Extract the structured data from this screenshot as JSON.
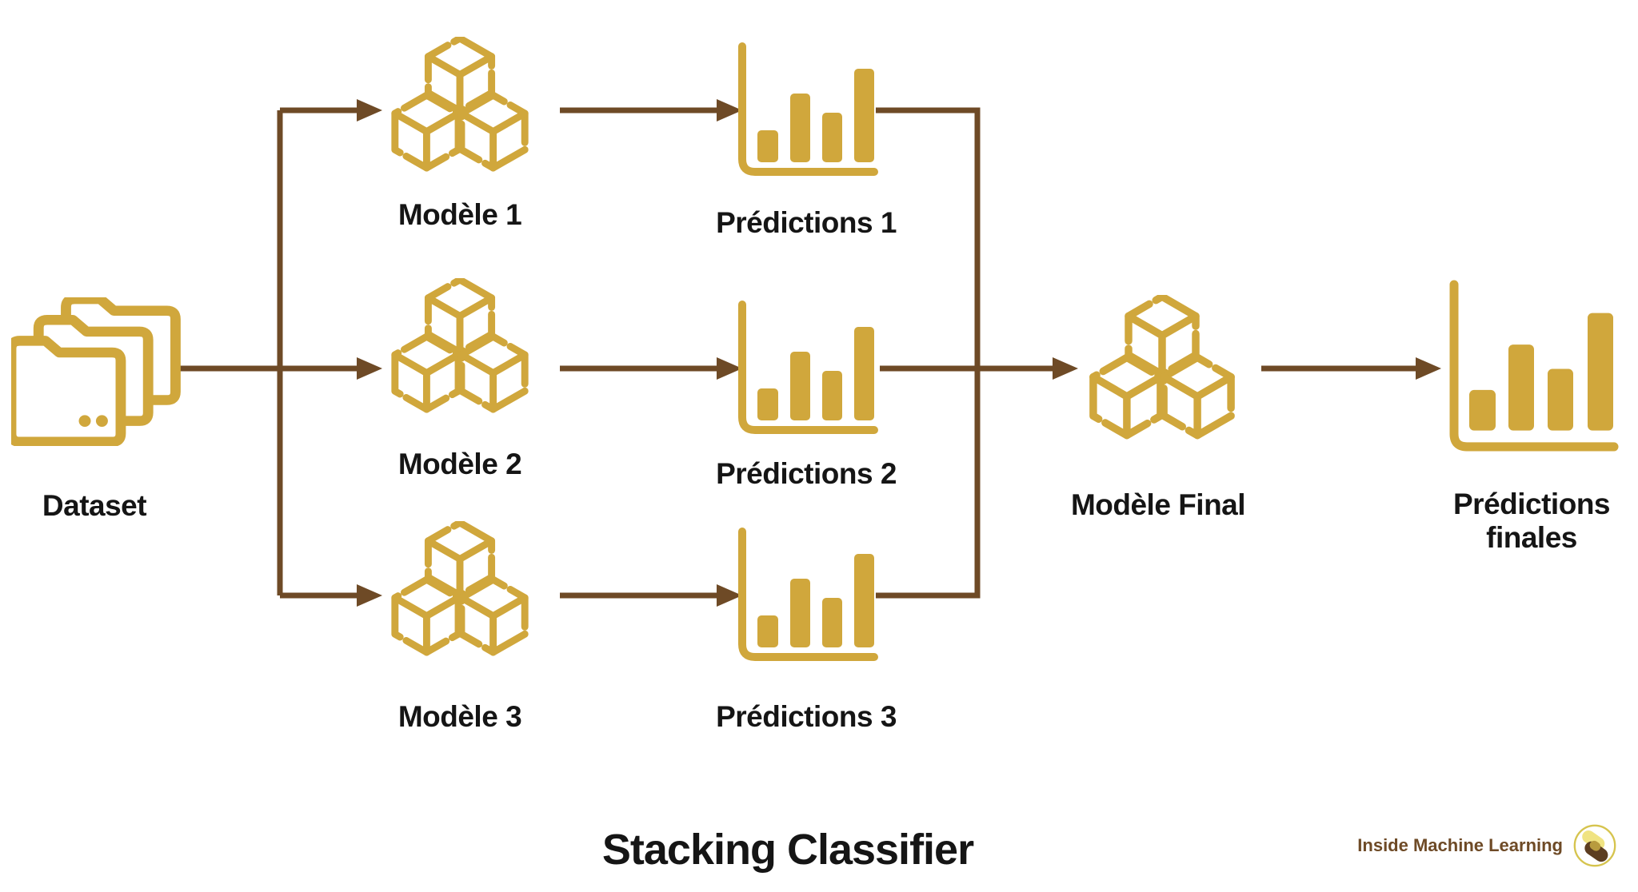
{
  "diagram": {
    "title": "Stacking Classifier",
    "nodes": {
      "dataset": {
        "label": "Dataset",
        "icon": "stacked-folders-icon"
      },
      "model1": {
        "label": "Modèle 1",
        "icon": "cubes-icon"
      },
      "model2": {
        "label": "Modèle 2",
        "icon": "cubes-icon"
      },
      "model3": {
        "label": "Modèle 3",
        "icon": "cubes-icon"
      },
      "predictions1": {
        "label": "Prédictions 1",
        "icon": "bar-chart-icon"
      },
      "predictions2": {
        "label": "Prédictions 2",
        "icon": "bar-chart-icon"
      },
      "predictions3": {
        "label": "Prédictions 3",
        "icon": "bar-chart-icon"
      },
      "final_model": {
        "label": "Modèle Final",
        "icon": "cubes-icon"
      },
      "final_predictions": {
        "label_line1": "Prédictions",
        "label_line2": "finales",
        "icon": "bar-chart-icon"
      }
    }
  },
  "branding": {
    "name": "Inside Machine Learning",
    "logo": "two-pills-circle-logo"
  },
  "colors": {
    "gold": "#D0A73C",
    "arrow_brown": "#6E4A26",
    "text_black": "#151515",
    "brand_brown": "#6E4A26",
    "logo_ring": "#D6C44E",
    "logo_pale_yellow": "#F0E382",
    "logo_overlap_olive": "#B89B3E",
    "logo_dark_brown": "#5C3D20",
    "background": "#FFFFFF"
  }
}
